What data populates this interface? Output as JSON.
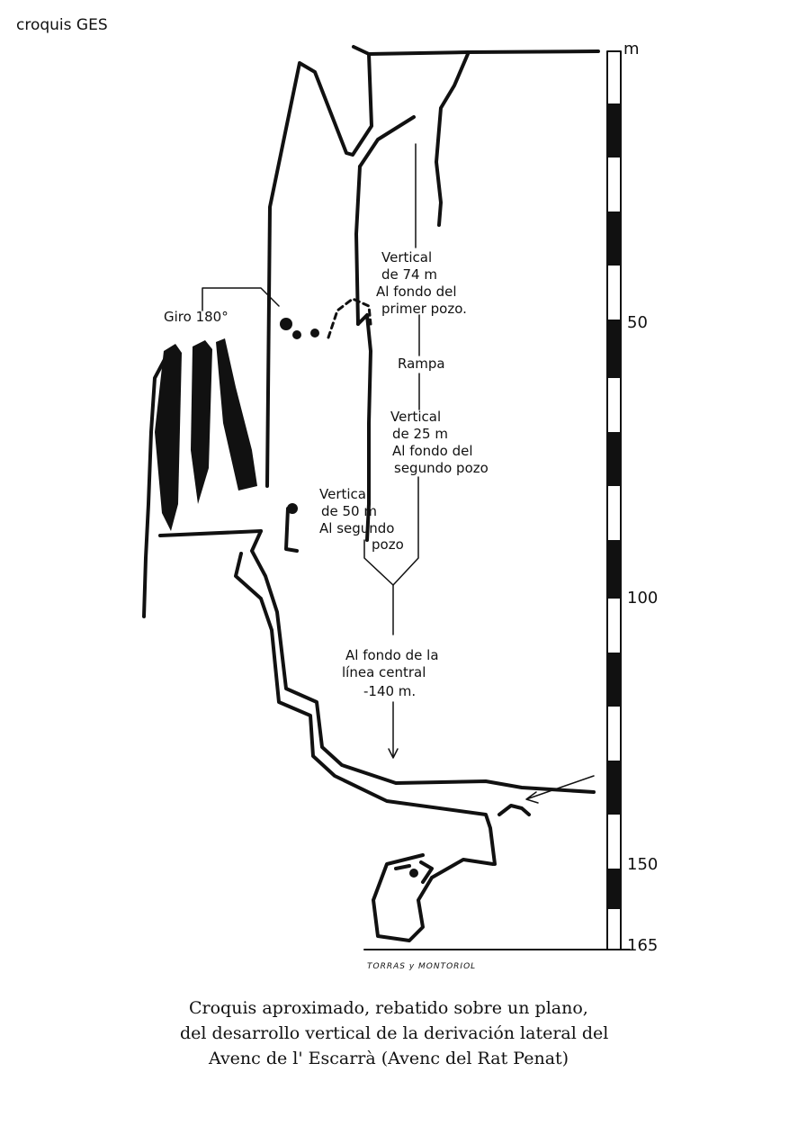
{
  "header": {
    "title": "croquis GES"
  },
  "scale": {
    "unit": "m",
    "ticks": [
      "50",
      "100",
      "150",
      "165"
    ]
  },
  "labels": {
    "giro": "Giro 180°",
    "vertical_74": [
      "Vertical",
      "de 74 m",
      "Al fondo del",
      "primer pozo."
    ],
    "rampa": "Rampa",
    "vertical_25": [
      "Vertical",
      "de 25 m",
      "Al fondo del",
      "segundo pozo"
    ],
    "vertical_50": [
      "Vertical",
      "de 50 m",
      "Al segundo",
      "pozo"
    ],
    "fondo_central": [
      "Al fondo de la",
      "línea central",
      "-140 m."
    ]
  },
  "signature": "TORRAS y MONTORIOL",
  "caption": {
    "lines": [
      "Croquis aproximado, rebatido sobre un plano,",
      "del desarrollo vertical de la derivación lateral del",
      "Avenc de l' Escarrà (Avenc del Rat Penat)"
    ]
  }
}
